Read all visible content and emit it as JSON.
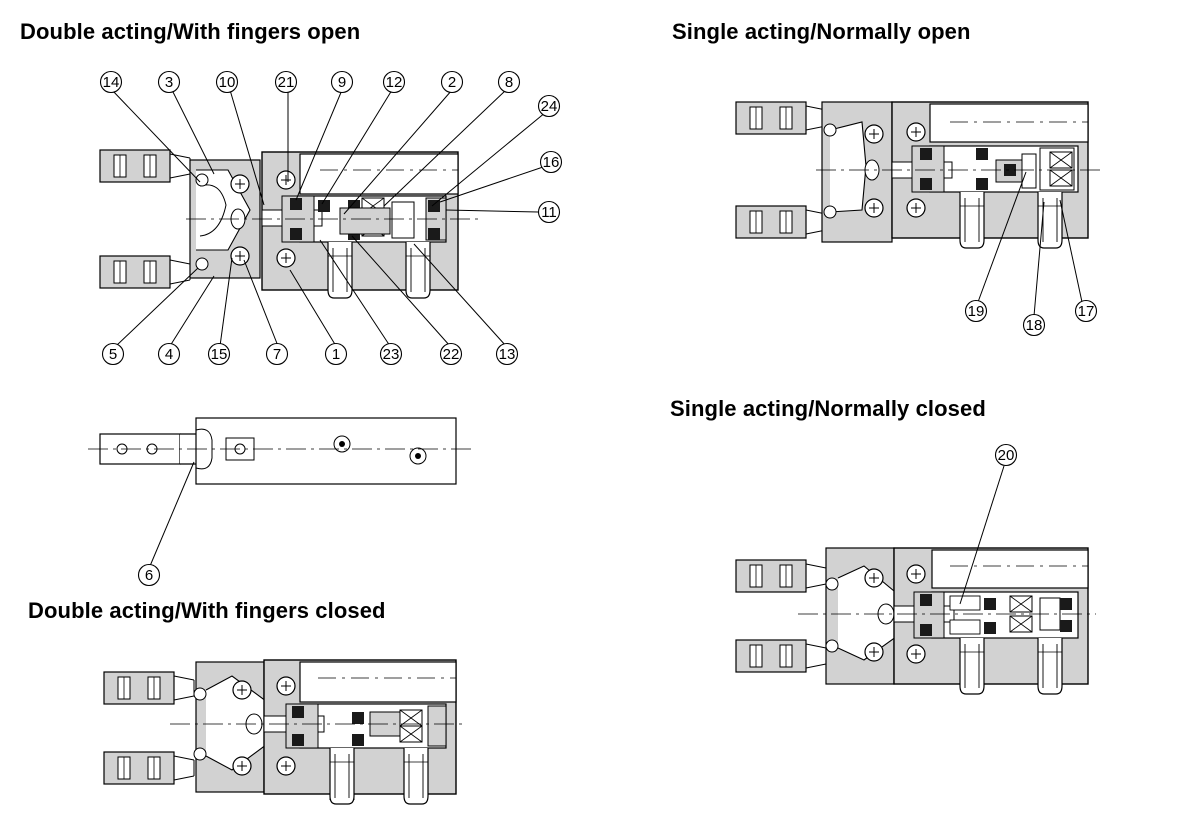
{
  "headings": {
    "double_open": "Double acting/With fingers open",
    "single_open": "Single acting/Normally open",
    "double_closed": "Double acting/With fingers closed",
    "single_closed": "Single acting/Normally closed"
  },
  "part_numbers": {
    "p14": "14",
    "p3": "3",
    "p10": "10",
    "p21": "21",
    "p9": "9",
    "p12": "12",
    "p2": "2",
    "p8": "8",
    "p24": "24",
    "p16": "16",
    "p11": "11",
    "p5": "5",
    "p4": "4",
    "p15": "15",
    "p7": "7",
    "p1": "1",
    "p23": "23",
    "p22": "22",
    "p13": "13",
    "p6": "6",
    "p19": "19",
    "p18": "18",
    "p17": "17",
    "p20": "20"
  },
  "colors": {
    "fill": "#d2d2d2",
    "dark": "#1a1a1a",
    "line": "#000000"
  }
}
